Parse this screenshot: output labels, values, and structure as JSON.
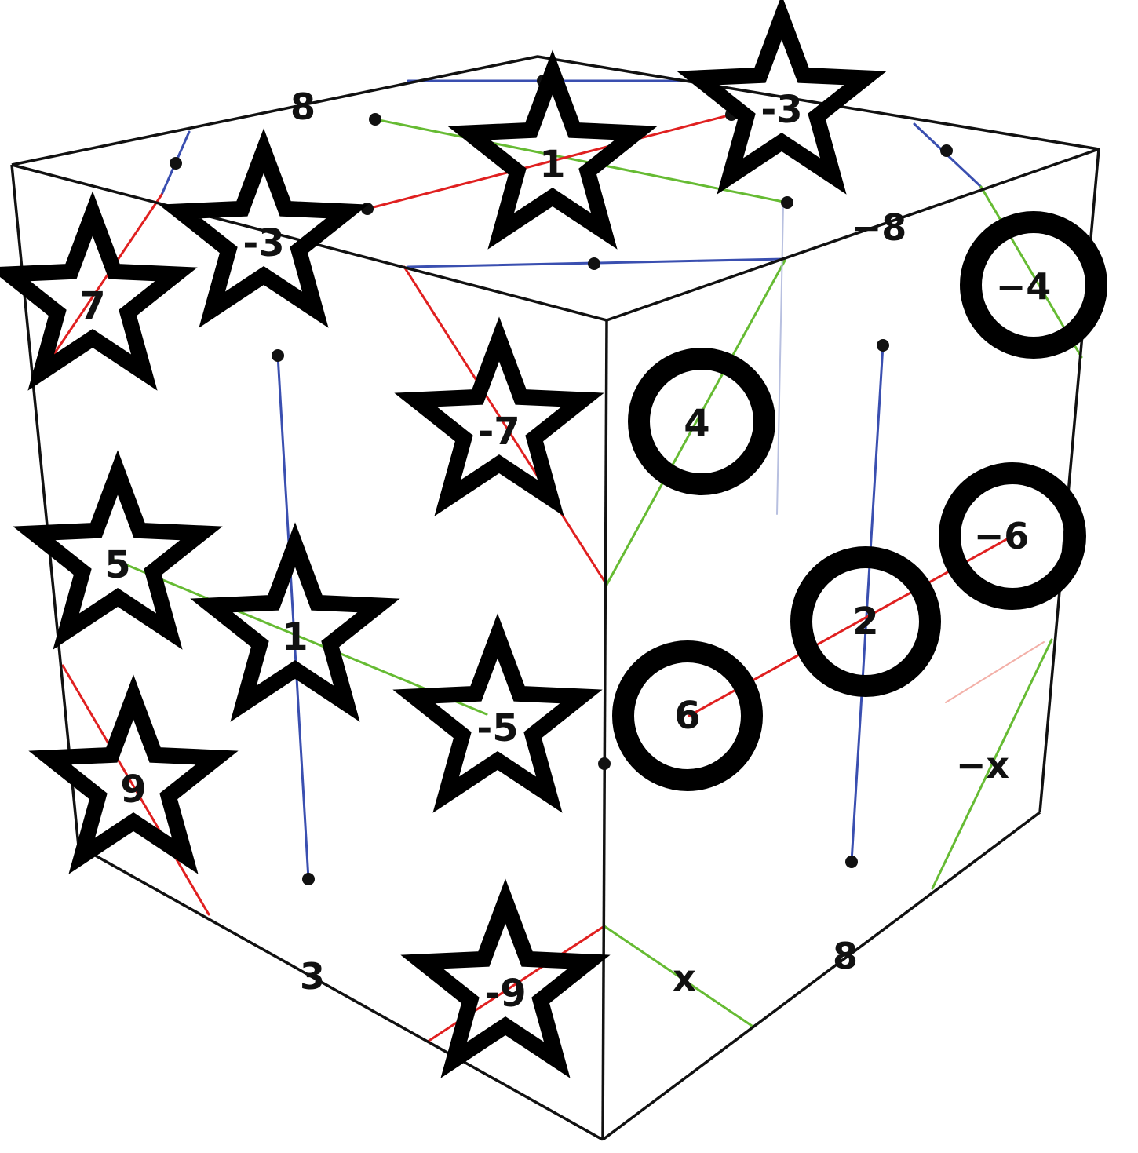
{
  "colors": {
    "edge": "#111111",
    "red": "#e02020",
    "green": "#66bb33",
    "blue": "#3a4fb0",
    "marker_fill": "#ffffff",
    "marker_stroke": "#000000"
  },
  "stars": {
    "top_1": "1",
    "top_neg3_right": "-3",
    "top_neg3_left": "-3",
    "left_7": "7",
    "left_5": "5",
    "left_9": "9",
    "front_neg7": "-7",
    "front_1": "1",
    "front_neg5": "-5",
    "front_neg9": "-9"
  },
  "circles": {
    "right_4": "4",
    "right_neg4": "−4",
    "right_neg6": "−6",
    "right_2": "2",
    "right_6": "6"
  },
  "labels": {
    "top_left_edge": "8",
    "top_right_edge": "−8",
    "bottom_left_edge": "3",
    "bottom_right_edge": "8",
    "bottom_x": "x",
    "right_neg_x": "−x"
  }
}
